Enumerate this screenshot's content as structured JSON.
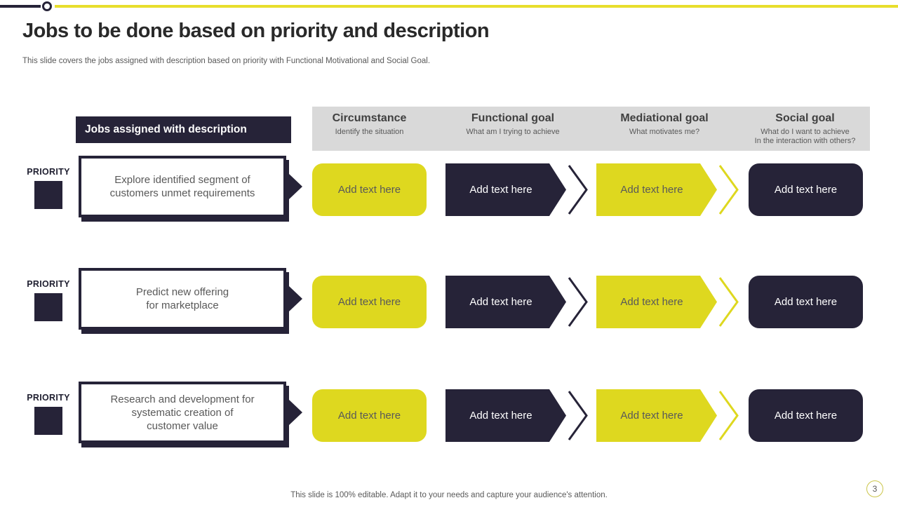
{
  "slide": {
    "title": "Jobs to be done based on priority and description",
    "subtitle": "This slide covers the jobs assigned with description based on priority with Functional Motivational and Social Goal.",
    "footer": "This slide is 100% editable. Adapt it to your needs and capture your audience's attention.",
    "page_number": "3"
  },
  "table": {
    "row_header_title": "Jobs assigned with description",
    "priority_label": "PRIORITY",
    "columns": [
      {
        "title": "Circumstance",
        "subtitle": "Identify the situation"
      },
      {
        "title": "Functional goal",
        "subtitle": "What am I trying to achieve"
      },
      {
        "title": "Mediational goal",
        "subtitle": "What motivates me?"
      },
      {
        "title": "Social goal",
        "subtitle": "What do I want to achieve\nIn the interaction with others?"
      }
    ],
    "rows": [
      {
        "description": "Explore identified segment of\ncustomers unmet requirements",
        "cells": [
          "Add text here",
          "Add text here",
          "Add text here",
          "Add text here"
        ]
      },
      {
        "description": "Predict new offering\nfor marketplace",
        "cells": [
          "Add text here",
          "Add text here",
          "Add text here",
          "Add text here"
        ]
      },
      {
        "description": "Research and development for\nsystematic creation of\ncustomer value",
        "cells": [
          "Add text here",
          "Add text here",
          "Add text here",
          "Add text here"
        ]
      }
    ]
  },
  "colors": {
    "dark_navy": "#262338",
    "yellow": "#ded81f",
    "accent_bar_yellow": "#e8de2c",
    "header_band_gray": "#d9d9d9",
    "body_text_gray": "#595959",
    "page_circle_border": "#cbc54a"
  }
}
